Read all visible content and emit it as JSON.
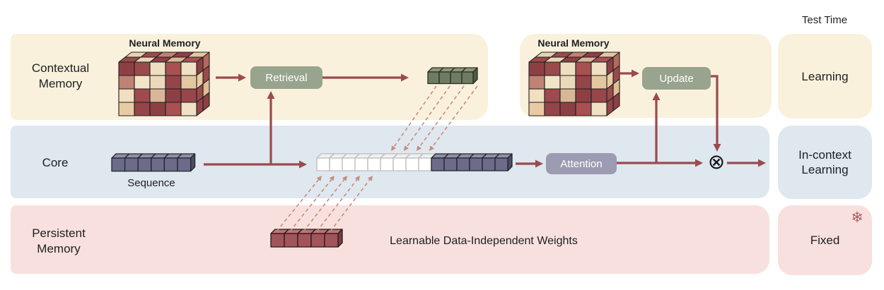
{
  "test_time_label": "Test Time",
  "bands": {
    "contextual": {
      "line1": "Contextual",
      "line2": "Memory"
    },
    "core": {
      "label": "Core"
    },
    "persistent": {
      "line1": "Persistent",
      "line2": "Memory"
    }
  },
  "nodes": {
    "neural_memory_left": "Neural Memory",
    "neural_memory_right": "Neural Memory",
    "retrieval": "Retrieval",
    "update": "Update",
    "attention": "Attention",
    "sequence_label": "Sequence",
    "learnable_weights": "Learnable Data-Independent Weights",
    "otimes": "⊗"
  },
  "test_time_boxes": {
    "learning": "Learning",
    "in_context": {
      "line1": "In-context",
      "line2": "Learning"
    },
    "fixed": "Fixed",
    "snowflake_icon": "❄"
  },
  "blocks": {
    "sequence_count": 6,
    "core_white_count": 9,
    "core_purple_count": 6,
    "retrieved_green_count": 4,
    "persistent_red_count": 5
  },
  "colors": {
    "band_yellow": "#FAF1DC",
    "band_blue": "#DFE7EF",
    "band_pink": "#F8E0DE",
    "arrow_maroon": "#9B4A4D",
    "dashed_salmon": "#C48D7C",
    "button_sage": "#98A48E",
    "button_gray_purple": "#9C9BB1",
    "block_purple": "#6C6B89",
    "block_green": "#6F7B64",
    "block_red": "#A25459",
    "block_white": "#FFFFFF"
  }
}
